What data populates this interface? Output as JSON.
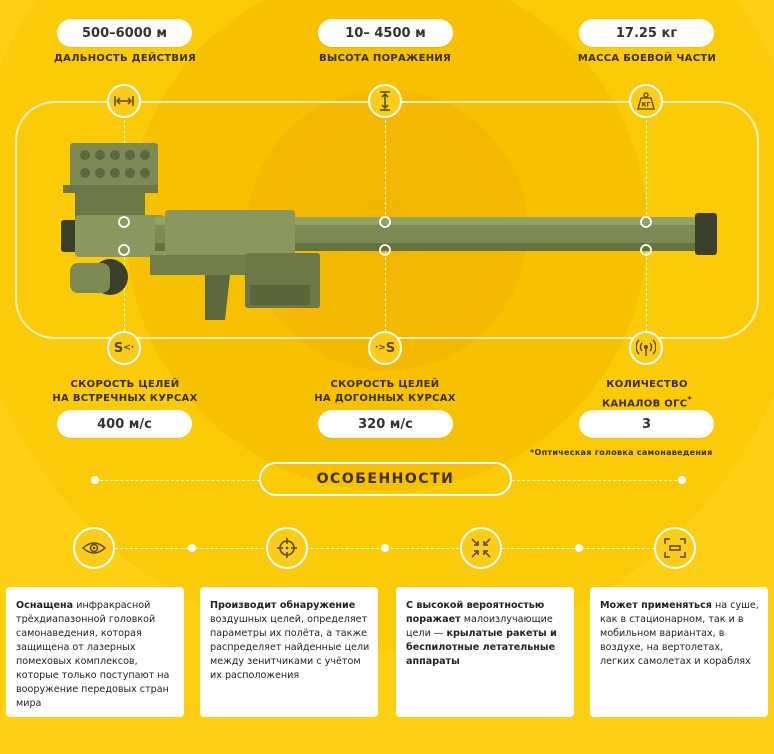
{
  "stats": {
    "range": {
      "value": "500–6000 м",
      "label": "ДАЛЬНОСТЬ ДЕЙСТВИЯ"
    },
    "altitude": {
      "value": "10– 4500 м",
      "label": "ВЫСОТА ПОРАЖЕНИЯ"
    },
    "warhead": {
      "value": "17.25 кг",
      "label": "МАССА БОЕВОЙ ЧАСТИ",
      "icon_text": "КГ"
    },
    "head_on": {
      "value": "400 м/с",
      "label_line1": "СКОРОСТЬ ЦЕЛЕЙ",
      "label_line2": "НА ВСТРЕЧНЫХ КУРСАХ",
      "icon_text": "S"
    },
    "pursuit": {
      "value": "320 м/с",
      "label_line1": "СКОРОСТЬ ЦЕЛЕЙ",
      "label_line2": "НА ДОГОННЫХ КУРСАХ",
      "icon_text": "S"
    },
    "channels": {
      "value": "3",
      "label_line1": "КОЛИЧЕСТВО",
      "label_line2": "КАНАЛОВ ОГС",
      "asterisk": "*"
    }
  },
  "footnote": "*Оптическая головка самонаведения",
  "features_title": "ОСОБЕННОСТИ",
  "features": [
    {
      "bold": "Оснащена",
      "text": " инфракрасной трёхдиапазонной головкой самонаведения, которая защищена от лазерных помеховых комплексов, которые только поступают на вооружение передовых стран мира"
    },
    {
      "bold": "Производит обнаружение",
      "text": " воздушных целей, определяет параметры их полёта, а также распределяет найденные цели между зенитчиками с учётом их расположения"
    },
    {
      "bold": "С высокой вероятностью поражает",
      "text": " малоизлучающие цели — ",
      "bold2": "крылатые ракеты и беспилотные летательные аппараты"
    },
    {
      "bold": "Может применяться",
      "text": " на суше, как в стационарном, так и в мобильном вариантах, в воздухе, на вертолетах, легких самолетах и кораблях"
    }
  ],
  "colors": {
    "background": "#f7c100",
    "accent": "#fbcd1a",
    "weapon": "#7c8a55"
  }
}
